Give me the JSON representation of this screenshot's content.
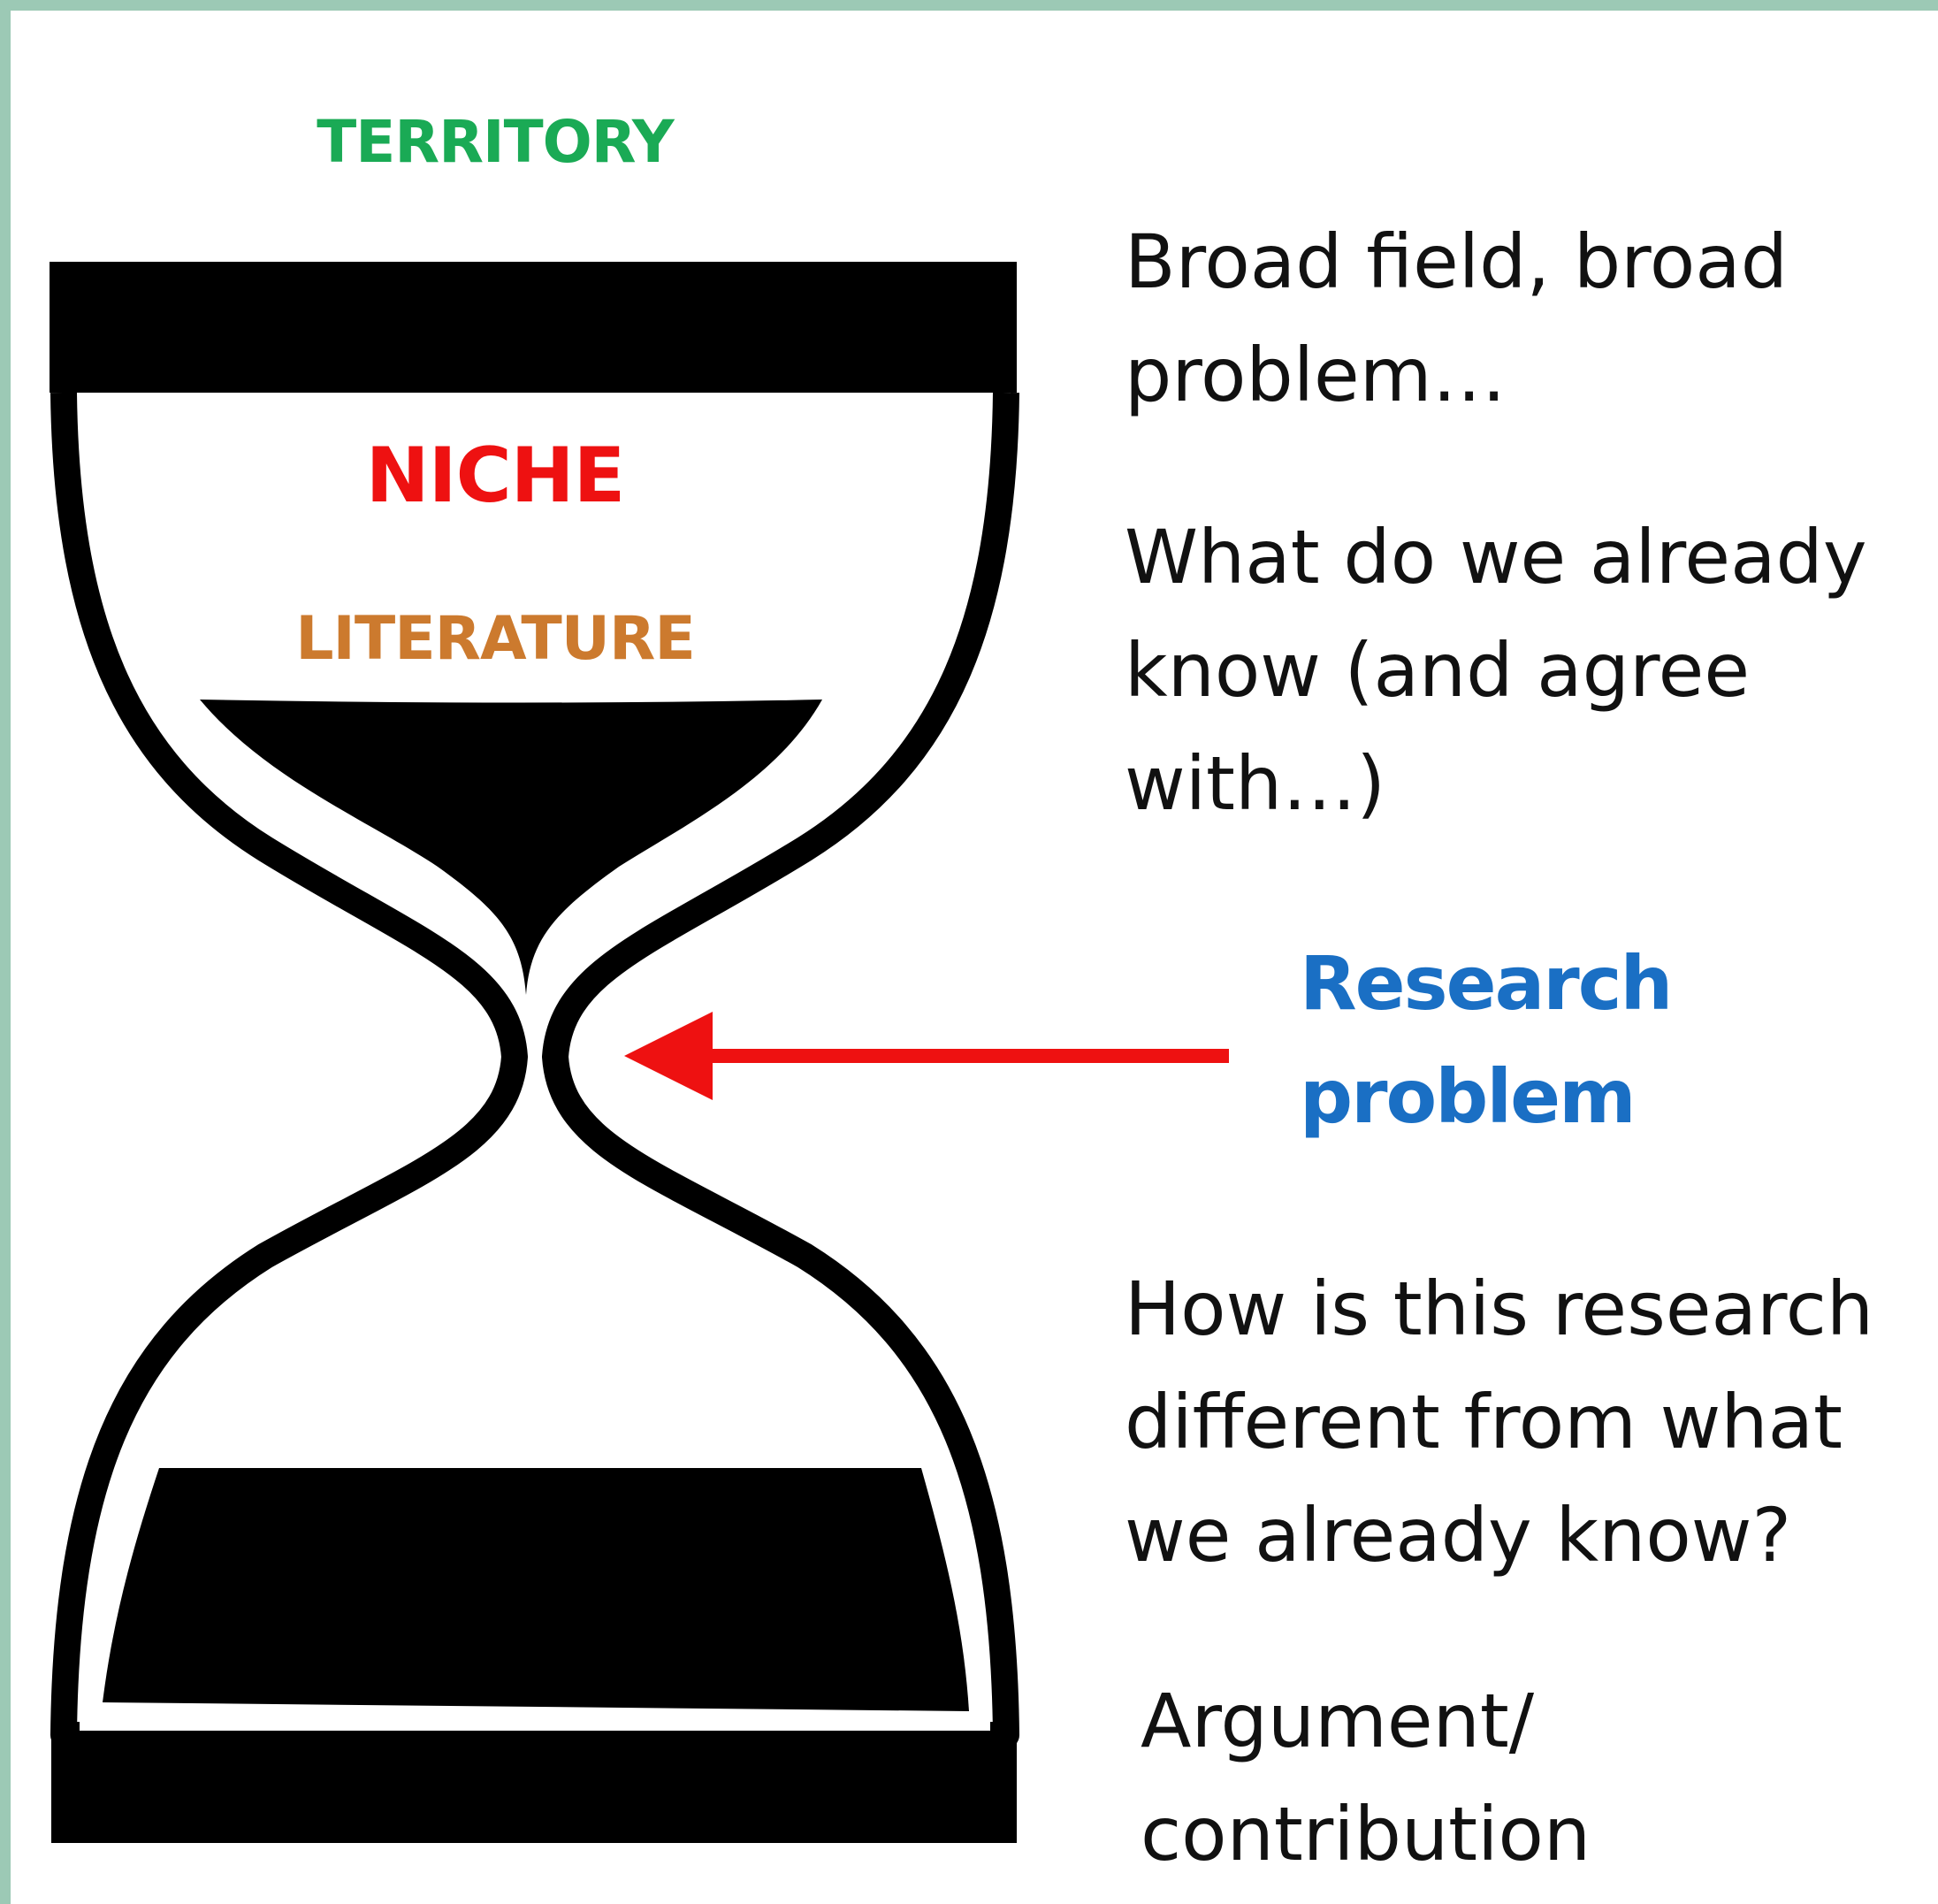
{
  "hourglass": {
    "territory_label": "TERRITORY",
    "niche_label": "NICHE",
    "literature_label": "LITERATURE"
  },
  "descriptions": {
    "broad_field": "Broad field, broad\nproblem…",
    "already_know": "What do we already\nknow (and agree\nwith…)",
    "research_problem": "Research\nproblem",
    "different": "How is this research\ndifferent from what\nwe already know?",
    "argument": "Argument/\ncontribution"
  },
  "colors": {
    "territory": "#1aaa55",
    "niche": "#ee1111",
    "literature": "#cc7a2e",
    "research_problem": "#1a6fc4",
    "arrow": "#ee1111",
    "frame": "#9cc9b5",
    "hourglass": "#000000"
  },
  "icons": {
    "hourglass": "hourglass-icon",
    "arrow": "arrow-left-icon"
  }
}
